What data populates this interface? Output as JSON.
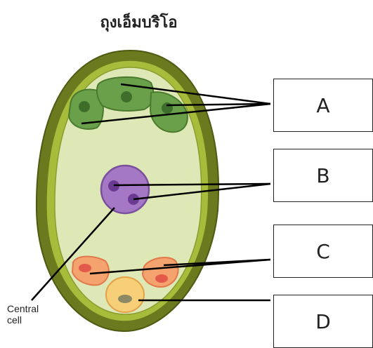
{
  "title": "ถุงเอ็มบริโอ",
  "labels": [
    "A",
    "B",
    "C",
    "D"
  ],
  "central_cell_label": "Central\ncell",
  "colors": {
    "outer_wall": "#6b7a1f",
    "inner_wall": "#a8bc3c",
    "cytoplasm": "#dde8b6",
    "egg_apparatus": "#6aa04a",
    "central_cell": "#a478c4",
    "antipodal": "#f4a26e",
    "egg_cell": "#f7cf78"
  }
}
